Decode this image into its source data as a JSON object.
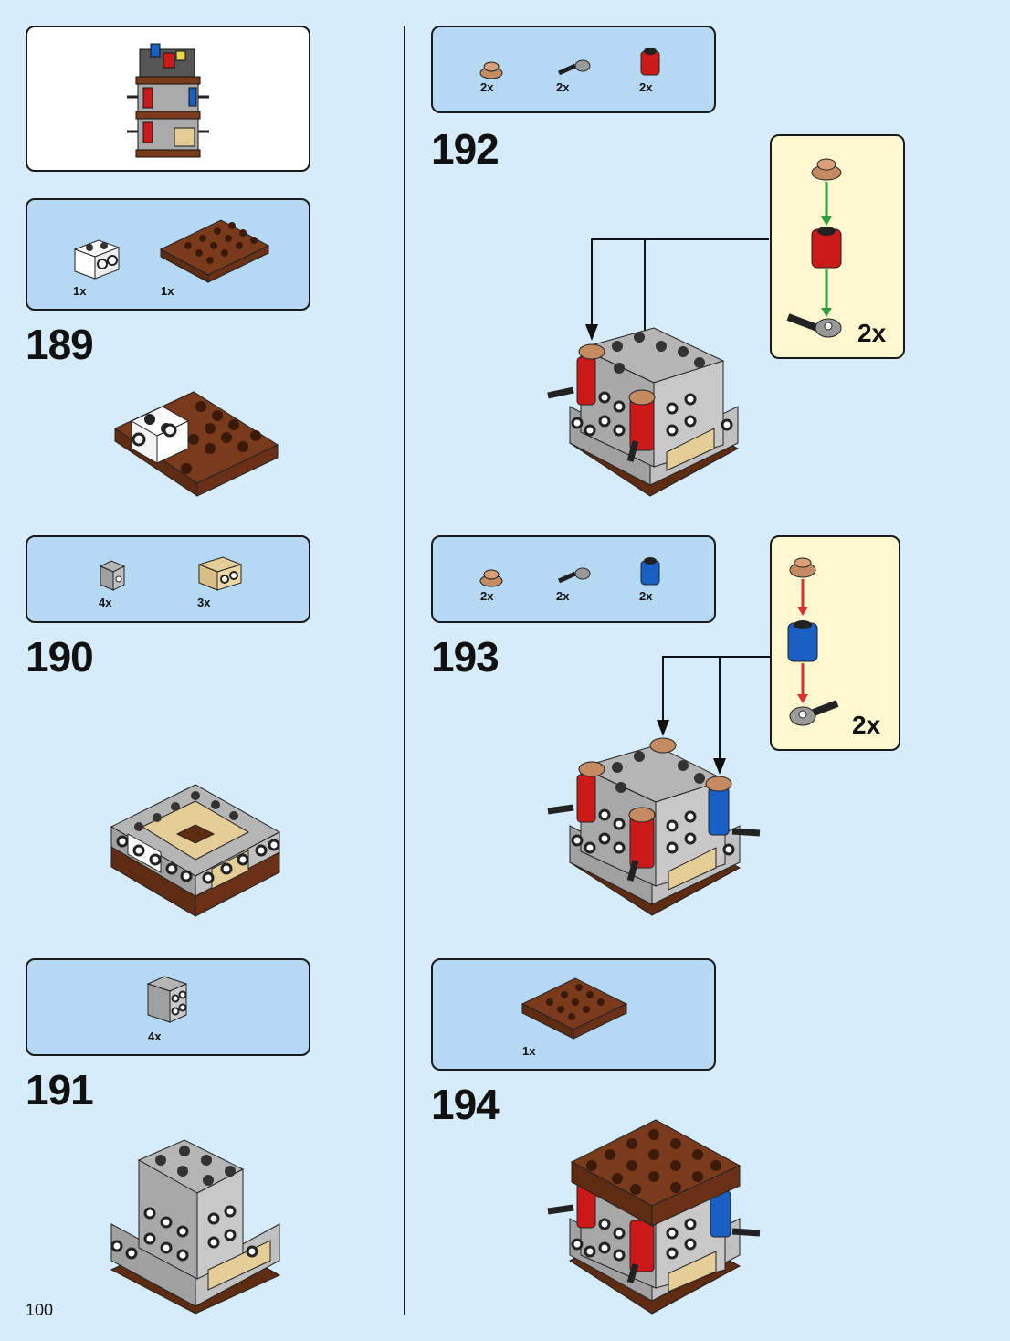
{
  "page": {
    "number": "100"
  },
  "steps": [
    {
      "number": "189",
      "parts": [
        {
          "qty": "1x",
          "icon": "white-brick-1x2-side-studs"
        },
        {
          "qty": "1x",
          "icon": "reddish-brown-plate-4x4"
        }
      ]
    },
    {
      "number": "190",
      "parts": [
        {
          "qty": "4x",
          "icon": "grey-brick-1x1-side-stud"
        },
        {
          "qty": "3x",
          "icon": "tan-brick-1x2-side-studs"
        }
      ]
    },
    {
      "number": "191",
      "parts": [
        {
          "qty": "4x",
          "icon": "grey-brick-2x2-side-studs"
        }
      ]
    },
    {
      "number": "192",
      "parts": [
        {
          "qty": "2x",
          "icon": "flesh-round-plate-1x1"
        },
        {
          "qty": "2x",
          "icon": "black-clip-bar"
        },
        {
          "qty": "2x",
          "icon": "red-round-brick-1x1"
        }
      ],
      "subassembly": {
        "qty": "2x",
        "arrow_color": "#2e9e3e"
      }
    },
    {
      "number": "193",
      "parts": [
        {
          "qty": "2x",
          "icon": "flesh-round-plate-1x1"
        },
        {
          "qty": "2x",
          "icon": "black-clip-bar"
        },
        {
          "qty": "2x",
          "icon": "blue-round-brick-1x1"
        }
      ],
      "subassembly": {
        "qty": "2x",
        "arrow_color": "#d93030"
      }
    },
    {
      "number": "194",
      "parts": [
        {
          "qty": "1x",
          "icon": "reddish-brown-plate-4x4"
        }
      ]
    }
  ],
  "colors": {
    "background": "#d6ecfa",
    "parts_box": "#b5d9f3",
    "subassembly_box": "#fff7cf",
    "brown": "#7a3a1c",
    "grey": "#a9a9a9",
    "tan": "#e4cd96",
    "red": "#cc1a1a",
    "blue": "#1a5fc4"
  }
}
